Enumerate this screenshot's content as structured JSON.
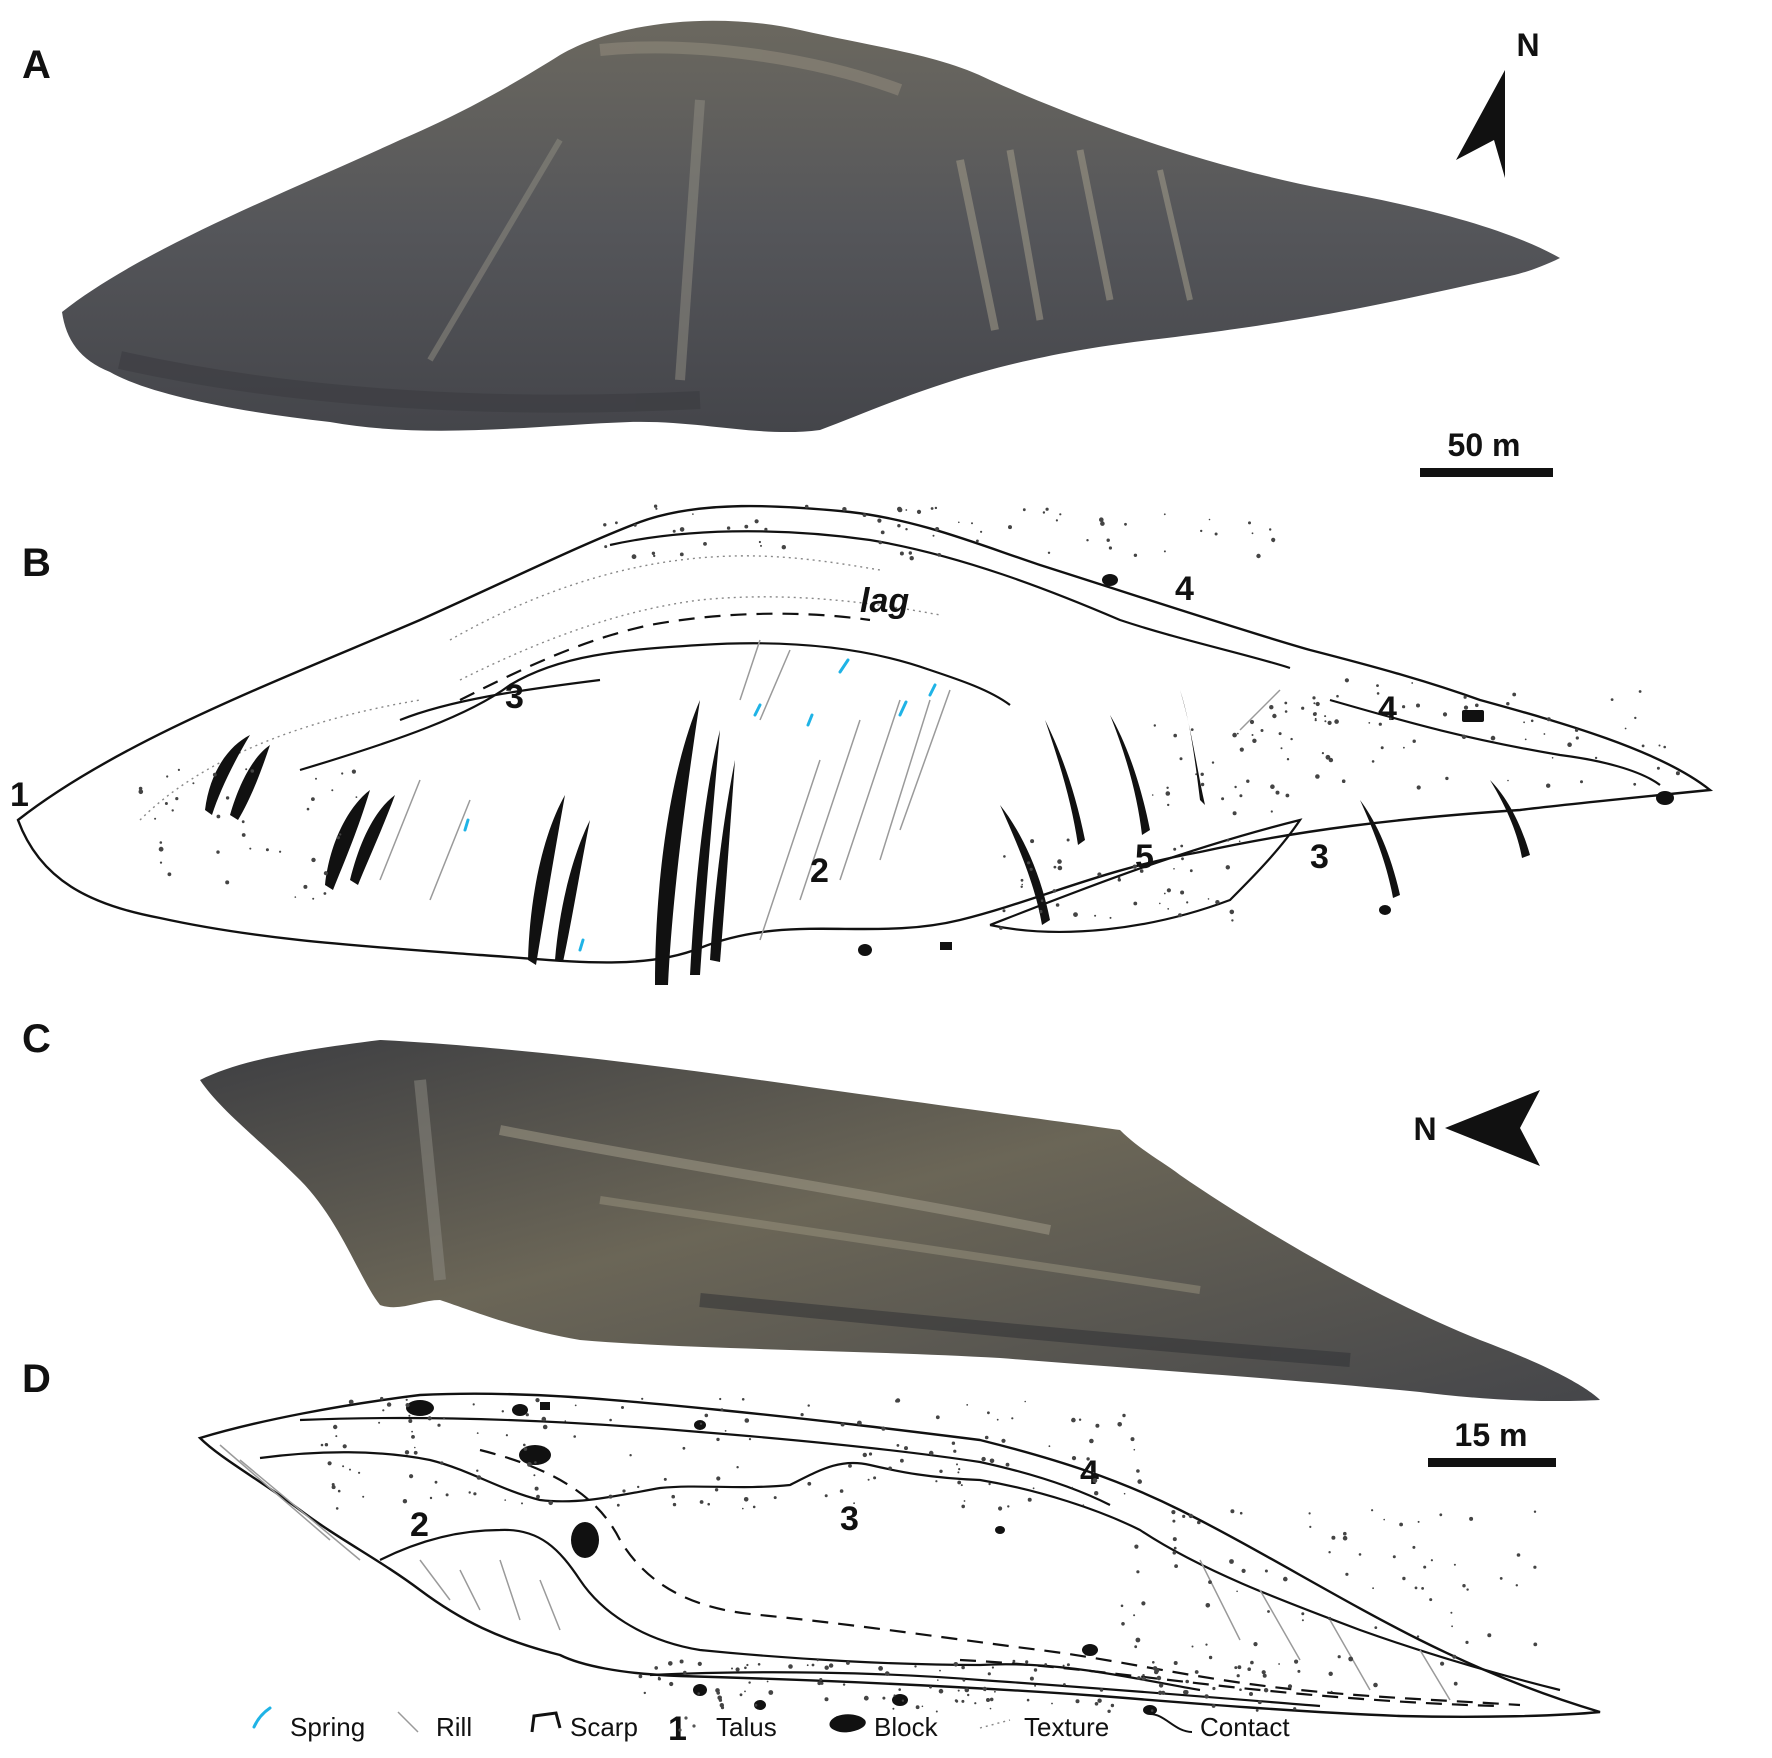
{
  "panels": {
    "a": {
      "letter": "A",
      "north": "N",
      "scale": "50 m"
    },
    "b": {
      "letter": "B",
      "labels": {
        "u1": "1",
        "u2": "2",
        "u3a": "3",
        "u3b": "3",
        "u4a": "4",
        "u4b": "4",
        "u5": "5",
        "lag": "lag"
      }
    },
    "c": {
      "letter": "C",
      "north": "N",
      "scale": "15 m"
    },
    "d": {
      "letter": "D",
      "labels": {
        "u1": "1",
        "u2": "2",
        "u3": "3",
        "u4": "4"
      }
    }
  },
  "legend": {
    "spring": "Spring",
    "rill": "Rill",
    "scarp": "Scarp",
    "talus": "Talus",
    "block": "Block",
    "texture": "Texture",
    "contact": "Contact"
  },
  "colors": {
    "spring": "#1fb3e6",
    "photo_dark": "#3b3c3d",
    "photo_mid": "#5e5d58",
    "photo_light": "#8f8a7c"
  }
}
